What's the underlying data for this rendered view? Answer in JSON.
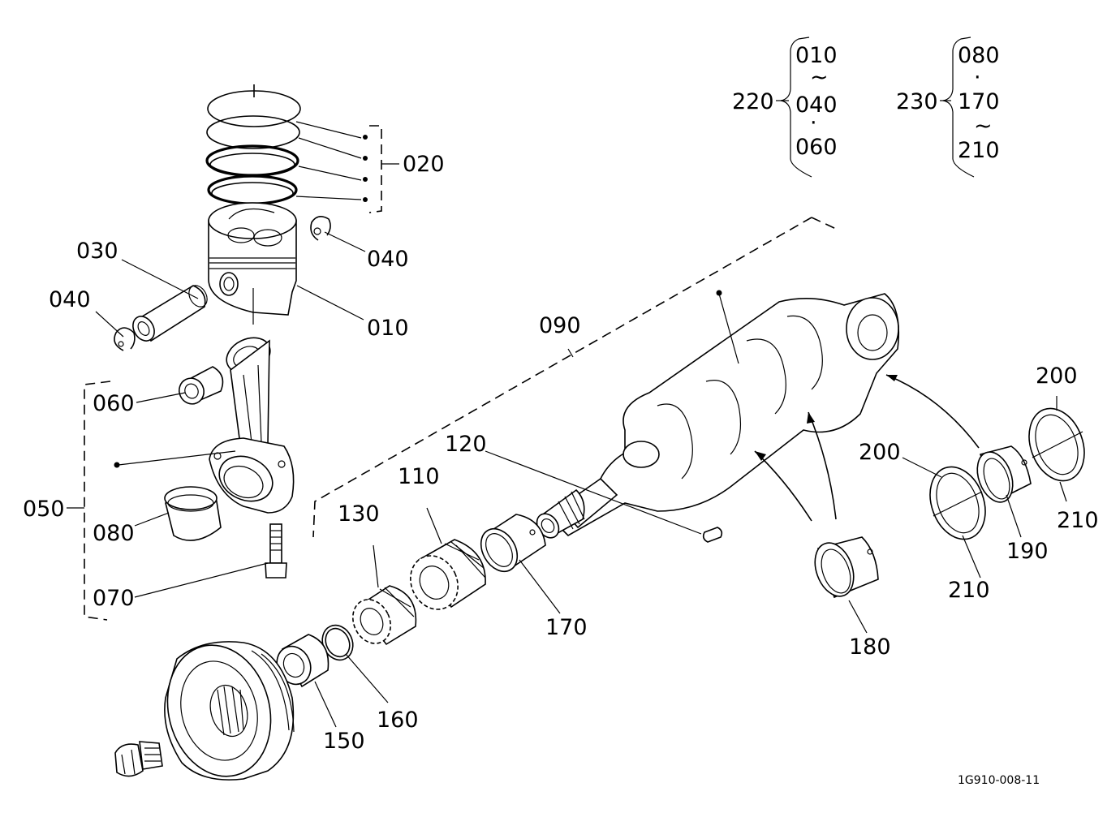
{
  "callouts": {
    "c010": "010",
    "c020": "020",
    "c030": "030",
    "c040a": "040",
    "c040b": "040",
    "c050": "050",
    "c060": "060",
    "c070": "070",
    "c080": "080",
    "c090": "090",
    "c110": "110",
    "c120": "120",
    "c130": "130",
    "c150": "150",
    "c160": "160",
    "c170": "170",
    "c180": "180",
    "c190": "190",
    "c200a": "200",
    "c200b": "200",
    "c210a": "210",
    "c210b": "210"
  },
  "set_220": {
    "label": "220",
    "items": [
      "010",
      "~",
      "040",
      "·",
      "060"
    ]
  },
  "set_230": {
    "label": "230",
    "items": [
      "080",
      "·",
      "170",
      "~",
      "210"
    ]
  },
  "drawing_ref": "1G910-008-11"
}
